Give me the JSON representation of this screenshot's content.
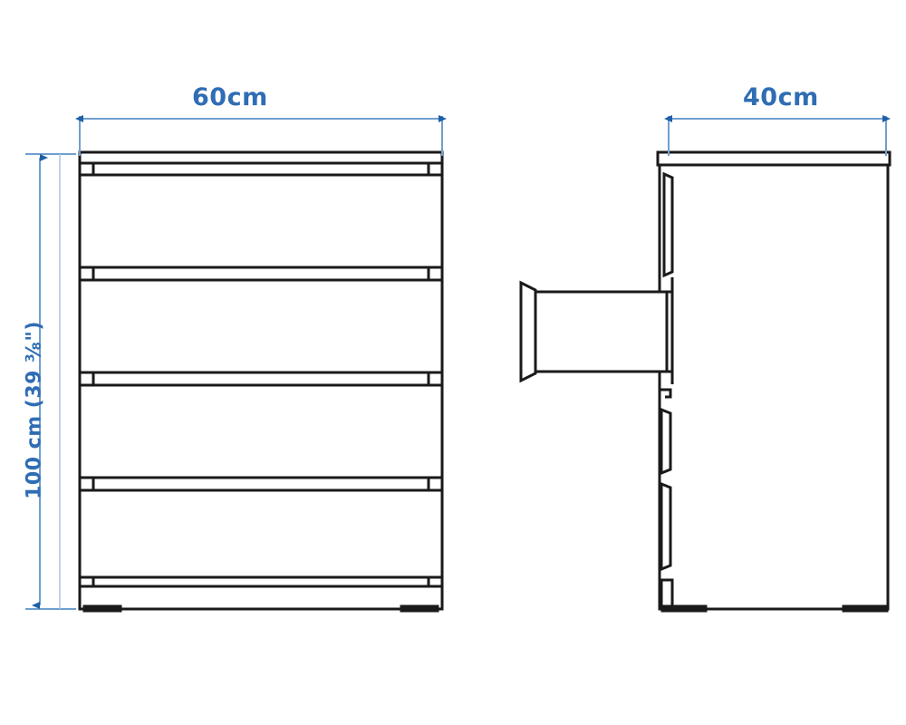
{
  "drawing": {
    "title": "Chest of 4 drawers dimension drawing",
    "units": "cm",
    "accent_color": "#2f6db4",
    "line_color": "#1a1a1a",
    "background_color": "#ffffff"
  },
  "dimensions": {
    "width": {
      "label": "60cm",
      "value": 60,
      "unit": "cm",
      "orientation": "horizontal",
      "applies_to": "front-view"
    },
    "depth": {
      "label": "40cm",
      "value": 40,
      "unit": "cm",
      "orientation": "horizontal",
      "applies_to": "side-view"
    },
    "height": {
      "label": "100 cm (39 ⅜\")",
      "value": 100,
      "unit": "cm",
      "imperial": "39 ⅜\"",
      "orientation": "vertical",
      "applies_to": "front-view"
    }
  },
  "views": {
    "front": {
      "name": "front-elevation",
      "drawer_count": 4,
      "has_plinth_feet": true
    },
    "side": {
      "name": "side-elevation",
      "drawer_count": 4,
      "open_drawer_index": 2,
      "has_plinth_feet": true
    }
  }
}
